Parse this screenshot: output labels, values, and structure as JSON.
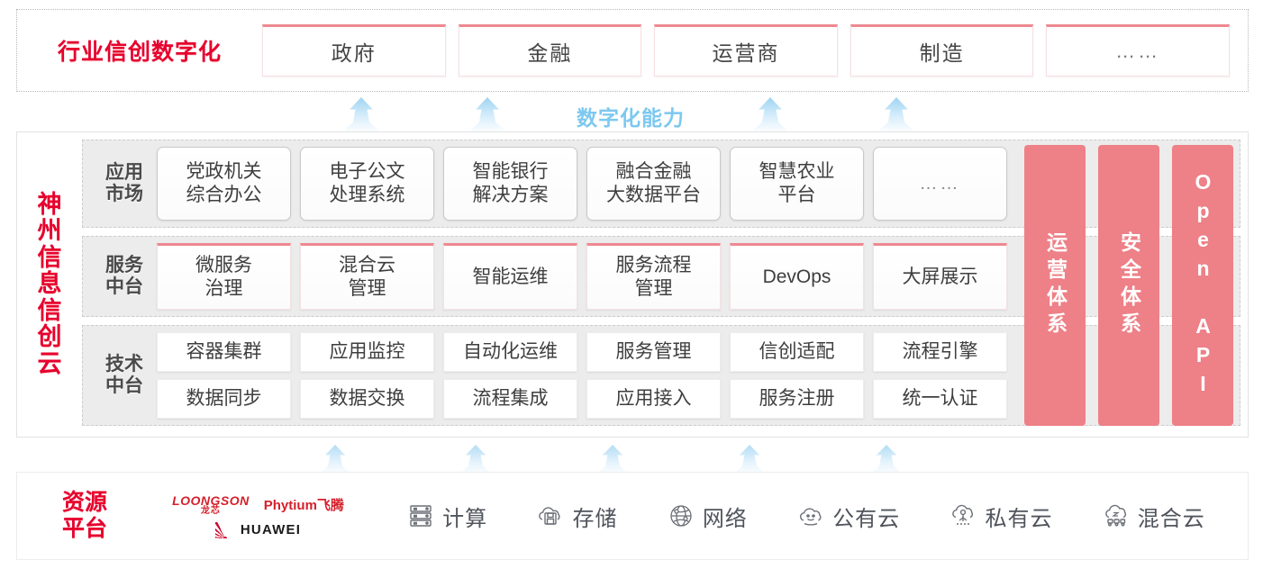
{
  "industry": {
    "title": "行业信创数字化",
    "boxes": [
      {
        "label": "政府"
      },
      {
        "label": "金融"
      },
      {
        "label": "运营商"
      },
      {
        "label": "制造"
      },
      {
        "label": "……"
      }
    ]
  },
  "capability_label": "数字化能力",
  "cloud": {
    "title_chars": [
      "神",
      "州",
      "信",
      "息",
      "信",
      "创",
      "云"
    ],
    "tiers": [
      {
        "label_lines": [
          "应用",
          "市场"
        ],
        "cells": [
          {
            "label": "党政机关\n综合办公"
          },
          {
            "label": "电子公文\n处理系统"
          },
          {
            "label": "智能银行\n解决方案"
          },
          {
            "label": "融合金融\n大数据平台"
          },
          {
            "label": "智慧农业\n平台"
          },
          {
            "label": "……"
          }
        ]
      },
      {
        "label_lines": [
          "服务",
          "中台"
        ],
        "cells": [
          {
            "label": "微服务\n治理"
          },
          {
            "label": "混合云\n管理"
          },
          {
            "label": "智能运维"
          },
          {
            "label": "服务流程\n管理"
          },
          {
            "label": "DevOps"
          },
          {
            "label": "大屏展示"
          }
        ]
      },
      {
        "label_lines": [
          "技术",
          "中台"
        ],
        "rows": [
          [
            {
              "label": "容器集群"
            },
            {
              "label": "应用监控"
            },
            {
              "label": "自动化运维"
            },
            {
              "label": "服务管理"
            },
            {
              "label": "信创适配"
            },
            {
              "label": "流程引擎"
            }
          ],
          [
            {
              "label": "数据同步"
            },
            {
              "label": "数据交换"
            },
            {
              "label": "流程集成"
            },
            {
              "label": "应用接入"
            },
            {
              "label": "服务注册"
            },
            {
              "label": "统一认证"
            }
          ]
        ]
      }
    ],
    "pillars": [
      {
        "label": "运营体系",
        "type": "cn"
      },
      {
        "label": "安全体系",
        "type": "cn"
      },
      {
        "label": "Open API",
        "type": "en"
      }
    ]
  },
  "resource": {
    "title_lines": [
      "资源",
      "平台"
    ],
    "logos": {
      "loongson_en": "LOONGSON",
      "loongson_cn": "龙芯",
      "phytium": "Phytium飞腾",
      "huawei": "HUAWEI"
    },
    "items": [
      {
        "icon": "server-icon",
        "label": "计算"
      },
      {
        "icon": "cloud-storage-icon",
        "label": "存储"
      },
      {
        "icon": "network-icon",
        "label": "网络"
      },
      {
        "icon": "public-cloud-icon",
        "label": "公有云"
      },
      {
        "icon": "private-cloud-icon",
        "label": "私有云"
      },
      {
        "icon": "hybrid-cloud-icon",
        "label": "混合云"
      }
    ]
  },
  "colors": {
    "brand_red": "#e6002d",
    "pink": "#ee8087",
    "accent_blue": "#7dc8f0",
    "tier_bg": "#ececec"
  }
}
